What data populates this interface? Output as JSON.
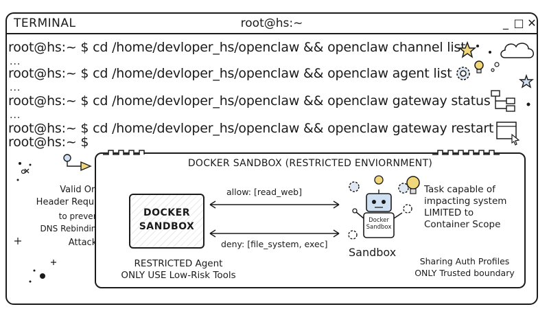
{
  "window": {
    "app_label": "TERMINAL",
    "host_title": "root@hs:~",
    "controls": {
      "minimize": "_",
      "maximize": "□",
      "close": "✕"
    }
  },
  "terminal": {
    "lines": [
      "root@hs:~ $ cd /home/devloper_hs/openclaw && openclaw channel list",
      "root@hs:~ $ cd /home/devloper_hs/openclaw && openclaw agent list",
      "root@hs:~ $ cd /home/devloper_hs/openclaw && openclaw gateway status",
      "root@hs:~ $ cd /home/devloper_hs/openclaw && openclaw gateway restart",
      "root@hs:~ $"
    ],
    "ellipsis": "..."
  },
  "sandbox": {
    "title": "DOCKER SANDBOX (RESTRICTED ENVIORNMENT)",
    "box_label_line1": "DOCKER",
    "box_label_line2": "SANDBOX",
    "allow_label": "allow: [read_web]",
    "deny_label": "deny: [file_system, exec]",
    "robot_badge_line1": "Docker",
    "robot_badge_line2": "Sandbox",
    "robot_caption": "Sandbox",
    "task_note": [
      "Task capable of",
      "impacting system",
      "LIMITED to",
      "Container Scope"
    ],
    "restricted_note": [
      "RESTRICTED Agent",
      "ONLY USE Low-Risk Tools"
    ],
    "auth_note": [
      "Sharing Auth Profiles",
      "ONLY Trusted boundary"
    ]
  },
  "side_note": {
    "line1": "Valid Origin",
    "line2": "Header Required",
    "line3": "to prevent",
    "line4": "DNS Rebinding",
    "line5": "Attacks"
  },
  "icons": [
    "star-icon",
    "cloud-icon",
    "gear-icon",
    "lightbulb-icon",
    "flowchart-icon",
    "browser-window-icon",
    "cursor-icon",
    "robot-icon",
    "pointer-flag-icon"
  ]
}
